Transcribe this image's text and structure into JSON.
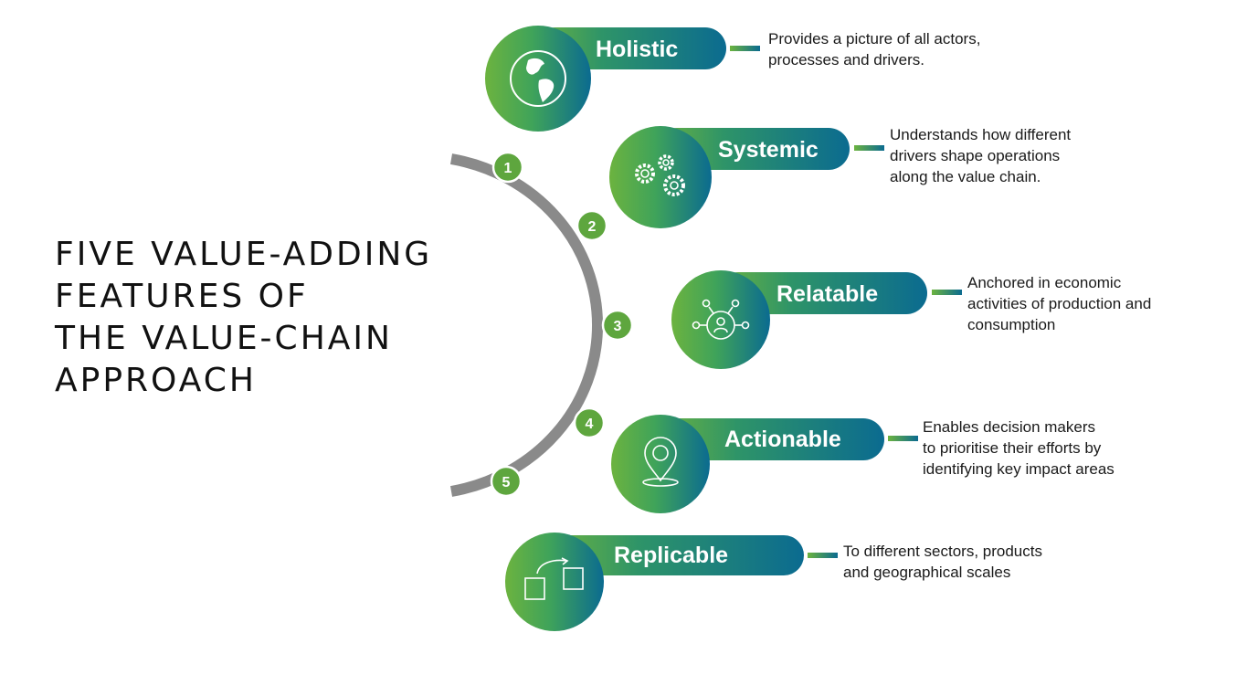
{
  "title_lines": [
    "FIVE VALUE-ADDING",
    "FEATURES OF",
    "THE VALUE-CHAIN",
    "APPROACH"
  ],
  "colors": {
    "green": "#6cb33f",
    "blue": "#0b6e8f",
    "arc": "#8a8a8a",
    "badge": "#5ea63e"
  },
  "features": [
    {
      "number": "1",
      "name": "Holistic",
      "icon": "globe-icon",
      "description": [
        "Provides a picture of all actors,",
        "processes and drivers."
      ]
    },
    {
      "number": "2",
      "name": "Systemic",
      "icon": "gears-icon",
      "description": [
        "Understands how different",
        "drivers shape operations",
        "along the value chain."
      ]
    },
    {
      "number": "3",
      "name": "Relatable",
      "icon": "network-person-icon",
      "description": [
        "Anchored in economic",
        "activities of production and",
        "consumption"
      ]
    },
    {
      "number": "4",
      "name": "Actionable",
      "icon": "location-pin-icon",
      "description": [
        "Enables decision makers",
        "to prioritise their efforts by",
        "identifying key impact areas"
      ]
    },
    {
      "number": "5",
      "name": "Replicable",
      "icon": "replicate-squares-icon",
      "description": [
        "To different sectors, products",
        "and geographical scales"
      ]
    }
  ]
}
